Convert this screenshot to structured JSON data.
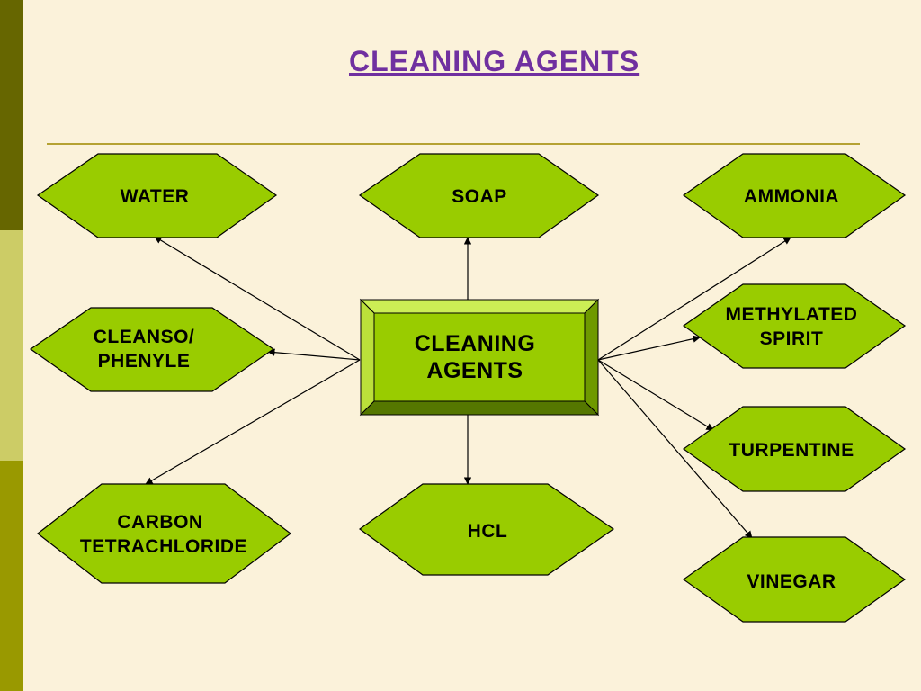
{
  "title": "CLEANING AGENTS",
  "center": {
    "line1": "CLEANING",
    "line2": "AGENTS"
  },
  "nodes": {
    "water": "WATER",
    "soap": "SOAP",
    "ammonia": "AMMONIA",
    "cleanso": {
      "line1": "CLEANSO/",
      "line2": "PHENYLE"
    },
    "methylated": {
      "line1": "METHYLATED",
      "line2": "SPIRIT"
    },
    "turpentine": "TURPENTINE",
    "carbon": {
      "line1": "CARBON",
      "line2": "TETRACHLORIDE"
    },
    "hcl": "HCL",
    "vinegar": "VINEGAR"
  },
  "colors": {
    "node_fill": "#99CC00",
    "node_stroke": "#000000",
    "center_fill": "#99CC00",
    "title": "#7030A0",
    "background": "#FBF2DA"
  }
}
